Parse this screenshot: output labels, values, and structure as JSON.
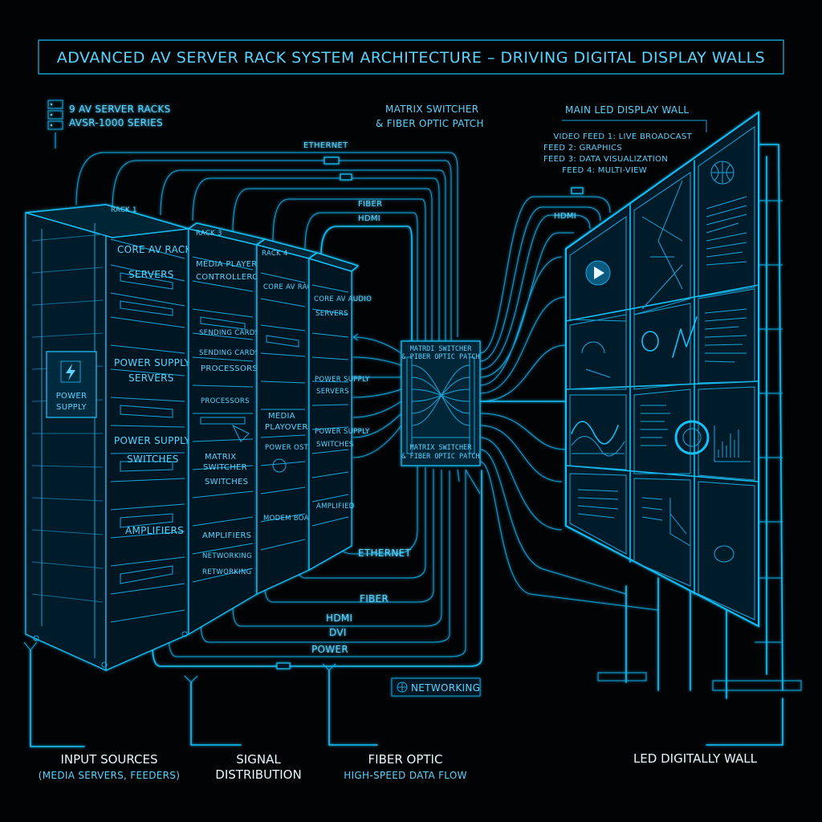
{
  "title": "ADVANCED AV SERVER RACK SYSTEM ARCHITECTURE – DRIVING DIGITAL DISPLAY WALLS",
  "rack_info": {
    "line1": "9 AV SERVER RACKS",
    "line2": "AVSR-1000 SERIES"
  },
  "icons": {
    "server": "server-stack-icon",
    "power": "lightning-bolt-icon",
    "networking": "network-globe-icon"
  },
  "colors": {
    "primary": "#19bff5",
    "text": "#59d4ff",
    "background": "#020305"
  },
  "matrix": {
    "top_label_1": "MATRIX SWITCHER",
    "top_label_2": "& FIBER OPTIC PATCH",
    "box_top_1": "MATRDI SWITCHER",
    "box_top_2": "& PIBER OPTIC PATCH",
    "box_bottom_1": "MATRIX SWITCHER",
    "box_bottom_2": "& FIBER OPTIC PATCH"
  },
  "display": {
    "title": "MAIN LED DISPLAY WALL",
    "feeds": [
      "VIDEO FEED 1: LIVE BROADCAST",
      "FEED 2: GRAPHICS",
      "FEED 3: DATA VISUALIZATION",
      "FEED 4: MULTI-VIEW"
    ],
    "hdmi_label": "HDMI"
  },
  "cables": {
    "top": [
      "ETHERNET",
      "FIBER",
      "HDMI"
    ],
    "bottom": [
      "ETHERNET",
      "FIBER",
      "HDMI",
      "DVI",
      "POWER"
    ]
  },
  "racks": {
    "rack1": {
      "label": "RACK 1",
      "sections": [
        "CORE AV RACKS",
        "SERVERS",
        "POWER SUPPLY",
        "SERVERS",
        "POWER SUPPLY",
        "SWITCHES",
        "AMPLIFIERS"
      ],
      "power_box_1": "POWER",
      "power_box_2": "SUPPLY"
    },
    "rack2": {
      "label": "RACK 3",
      "sections": [
        "MEDIA PLAYERS",
        "CONTROLLERC",
        "SENDING CARDS",
        "SENDING CARDS",
        "PROCESSORS",
        "PROCESSORS",
        "MATRIX",
        "SWITCHER",
        "SWITCHES",
        "AMPLIFIERS",
        "NETWORKING",
        "RETWORKING"
      ]
    },
    "rack3": {
      "label": "RACK 4",
      "sections": [
        "CORE AV RACKS",
        "MEDIA",
        "PLAYOVER",
        "POWER OST.",
        "MODEM BOARD"
      ]
    },
    "rack4": {
      "label": "",
      "sections": [
        "CORE AV AUDIO",
        "SERVERS",
        "POWER SUPPLY",
        "SERVERS",
        "POWER SUPPLY",
        "SWITCHES",
        "AMPLIFIED"
      ]
    }
  },
  "networking_label": "NETWORKING",
  "footer": {
    "col1_title": "INPUT SOURCES",
    "col1_sub": "(MEDIA SERVERS, FEEDERS)",
    "col2_title": "SIGNAL",
    "col2_sub": "DISTRIBUTION",
    "col3_title": "FIBER OPTIC",
    "col3_sub": "HIGH-SPEED DATA FLOW",
    "col4_title": "LED DIGITALLY WALL"
  }
}
